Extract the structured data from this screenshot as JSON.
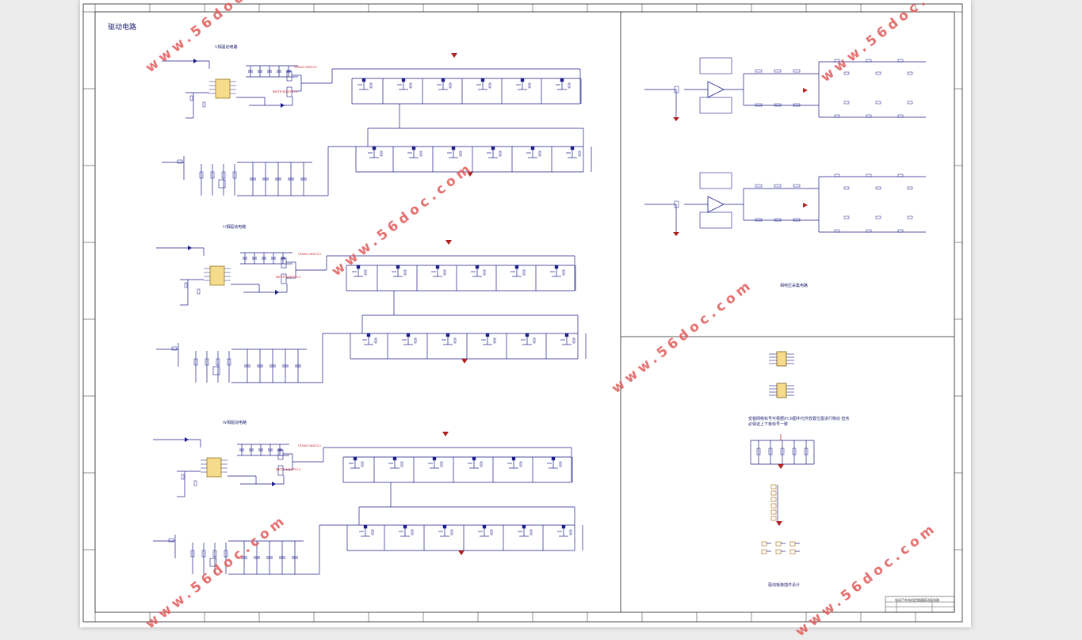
{
  "sheet": {
    "main_title": "驱动电路",
    "v_phase_label": "V相驱动电路",
    "u_phase_label": "U相驱动电路",
    "w_phase_label": "W相驱动电路",
    "driver_part_top": "VIN60-M6T23",
    "driver_part_bottom": "RETF-MMTY23",
    "voltage_section_label": "相电压采集电路",
    "connector_section_label": "驱动板接插件设计",
    "connector_note": "安装网络标号可根据PCB图中元件放置位置进行移动 但务必保证上下板标号一致",
    "title_block_text": "电动汽车电机控制器驱动板电路"
  },
  "watermark": {
    "text": "www.56doc.com"
  },
  "colors": {
    "wire": "#1c1c8a",
    "frame": "#222222",
    "chip_fill": "#f4dc8c",
    "connector": "#c8a060",
    "power": "#b02020",
    "watermark": "#e25858"
  }
}
